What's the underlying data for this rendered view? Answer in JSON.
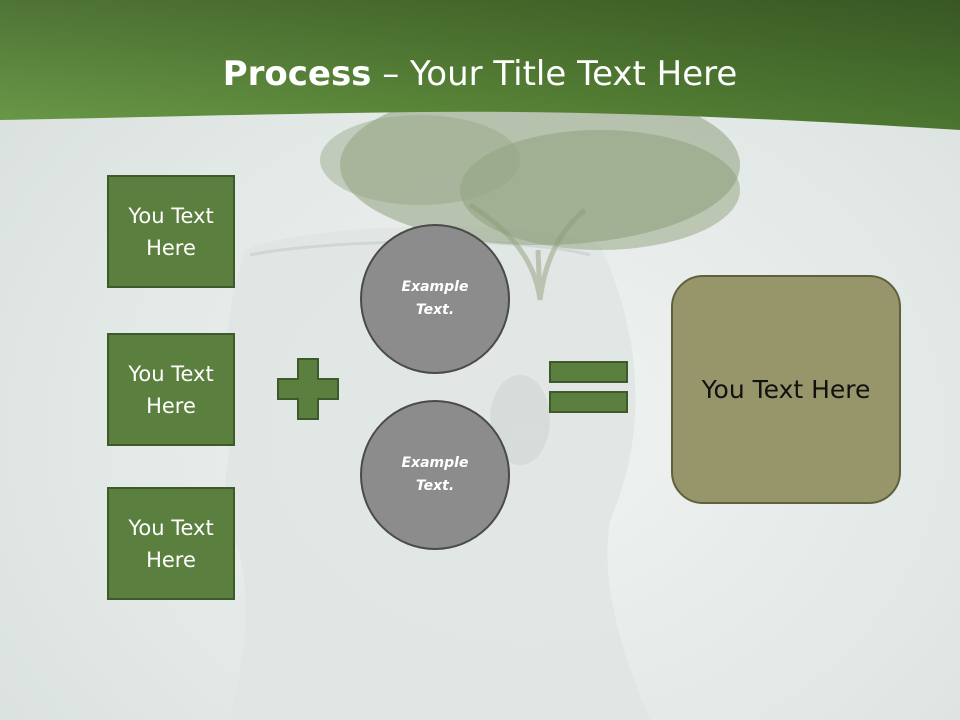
{
  "slide": {
    "title_bold": "Process",
    "title_rest": " – Your Title Text Here",
    "left_boxes": [
      "You Text Here",
      "You Text Here",
      "You Text Here"
    ],
    "circles": [
      "Example Text.",
      "Example Text."
    ],
    "result": "You Text Here",
    "operators": {
      "plus": "plus-sign",
      "equals": "equals-sign"
    }
  },
  "colors": {
    "header_green": "#5b8a3c",
    "box_green": "#5b7f3e",
    "circle_gray": "#8c8c8c",
    "result_olive": "#97966a"
  }
}
